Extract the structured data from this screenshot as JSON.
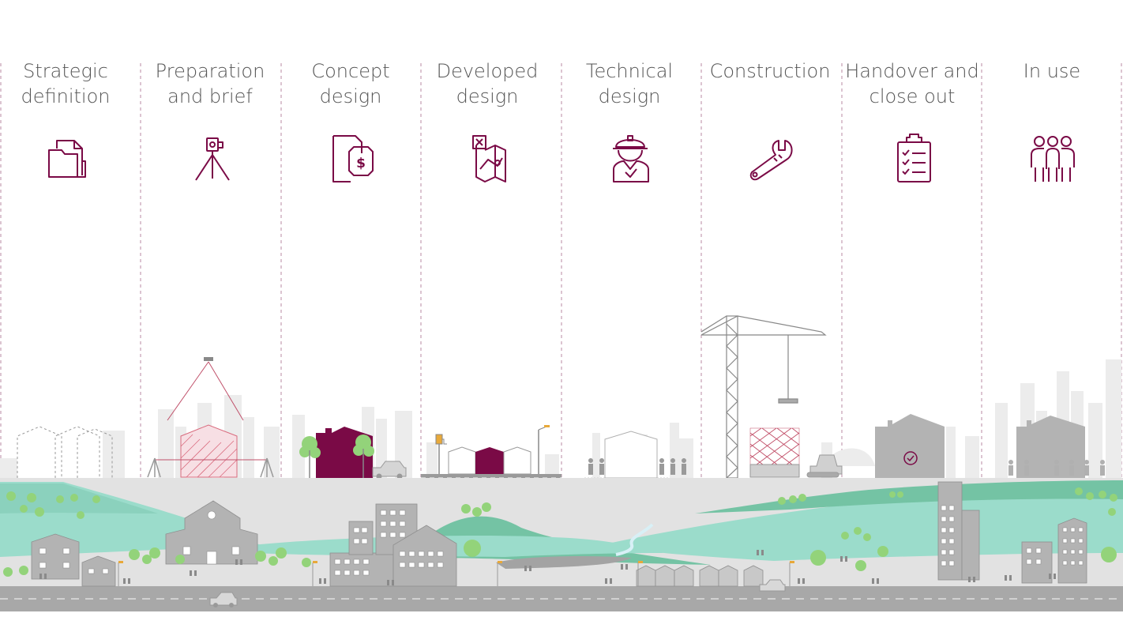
{
  "stages": [
    {
      "line1": "Strategic",
      "line2": "definition",
      "icon": "folder-icon"
    },
    {
      "line1": "Preparation",
      "line2": "and brief",
      "icon": "surveyor-tripod-icon"
    },
    {
      "line1": "Concept",
      "line2": "design",
      "icon": "cost-document-icon"
    },
    {
      "line1": "Developed",
      "line2": "design",
      "icon": "site-map-icon"
    },
    {
      "line1": "Technical",
      "line2": "design",
      "icon": "construction-worker-icon"
    },
    {
      "line1": "Construction",
      "line2": "",
      "icon": "wrench-icon"
    },
    {
      "line1": "Handover and",
      "line2": "close out",
      "icon": "checklist-clipboard-icon"
    },
    {
      "line1": "In use",
      "line2": "",
      "icon": "people-group-icon"
    }
  ],
  "colors": {
    "accent": "#7a0a46",
    "divider": "#b98aa3",
    "title_text": "#555555",
    "building_grey": "#b3b3b3",
    "skyline": "#ececec",
    "water": "#9bdccb",
    "hill_green": "#74c3a4",
    "ground": "#e2e2e2",
    "road": "#a8a8a8",
    "tree_green": "#93d37a"
  }
}
